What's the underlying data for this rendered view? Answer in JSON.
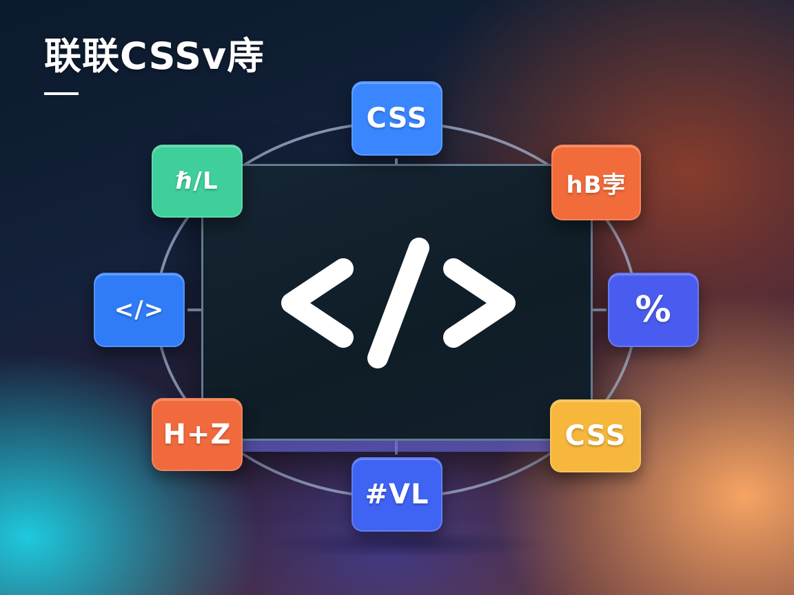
{
  "title": "联联CSSv庤",
  "center_symbol": "</>",
  "nodes": [
    {
      "id": "top",
      "label": "CSS",
      "color": "#3a86ff"
    },
    {
      "id": "top-right",
      "label": "hB孛",
      "color": "#f26b3a"
    },
    {
      "id": "right",
      "label": "%",
      "color": "#4a5cf0"
    },
    {
      "id": "bottom-right",
      "label": "CSS",
      "color": "#f6b73c"
    },
    {
      "id": "bottom",
      "label": "#VL",
      "color": "#3f63f2"
    },
    {
      "id": "bottom-left",
      "label": "H+Z",
      "color": "#f06a3d"
    },
    {
      "id": "left",
      "label": "</>",
      "color": "#2f7cf6"
    },
    {
      "id": "top-left",
      "label": "ℏ/L",
      "color": "#3ecf9a"
    }
  ]
}
